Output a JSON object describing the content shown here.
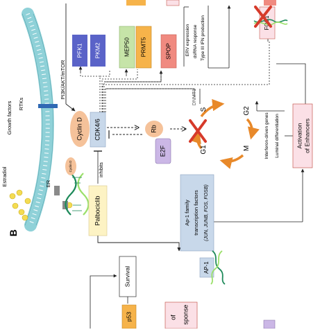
{
  "panel_label": "B",
  "cell": {
    "growth_factors": "Growth factors",
    "rtks": "RTKs",
    "pathway": "PI3K/AKT/mTOR",
    "estradiol": "Estradiol",
    "er": "ER",
    "cyclin_d_small": "Cyclin D"
  },
  "nodes": {
    "cyclin_d": "Cyclin D",
    "cdk46": "CDK4/6",
    "inhibits": "inhibits",
    "palbociclib": "Palbociclib",
    "rb": "Rb",
    "e2f": "E2F",
    "pfk1": "PFK1",
    "pkm2": "PKM2",
    "mep50": "MEP50",
    "prmt5": "PRMT5",
    "spop": "SPOP",
    "fos1": "FOS1",
    "dnmt1": "DNMT1",
    "ap1_family": [
      "Ap-1 family",
      "transcription factors",
      "(JUN, JUNB, FOS, FOSB)"
    ],
    "ap1": "AP-1",
    "activation": [
      "Activation",
      "of Enhancers"
    ],
    "survival": "Survival",
    "p53": "p53",
    "of_text": "of",
    "response": "sponse"
  },
  "cell_cycle": {
    "s": "S",
    "g2": "G2",
    "m": "M",
    "g1": "G1"
  },
  "side_labels": {
    "erv": "ERV expression",
    "dsrna": "dsRNA response",
    "ifn": "Type III IFN production",
    "interferon": "Interferon-driven genes",
    "luminal": "Luminal differentiation"
  },
  "colors": {
    "cyclin": "#f5c29a",
    "cdk": "#c8d8ea",
    "palbo": "#fdf3c4",
    "pfk": "#5a63c8",
    "mep50": "#c6e4a8",
    "prmt5": "#f6b34a",
    "spop": "#f08a80",
    "activation": "#fbe0e6",
    "e2f": "#cbb7e6",
    "membrane": "#8fd1d8",
    "estradiol": "#f4dc52",
    "dna_a": "#1e8a5a",
    "dna_b": "#9be06a",
    "arrow_orange": "#e8892a",
    "cross": "#d63a2a"
  }
}
